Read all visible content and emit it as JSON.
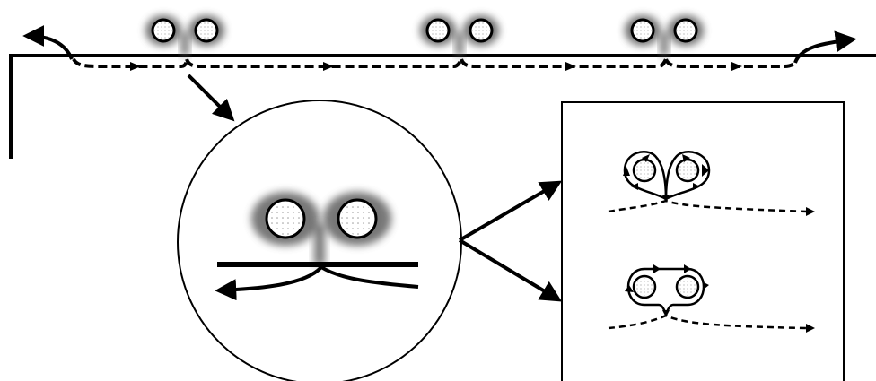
{
  "diagram": {
    "background_color": "#ffffff",
    "line_color": "#000000",
    "halo_color": "#555555",
    "dot_color": "#9a9a9a",
    "top_pair_count": 3,
    "zoom_view": "circle",
    "panel_configurations": [
      "figure-eight-loops",
      "single-enclosing-loop"
    ]
  }
}
